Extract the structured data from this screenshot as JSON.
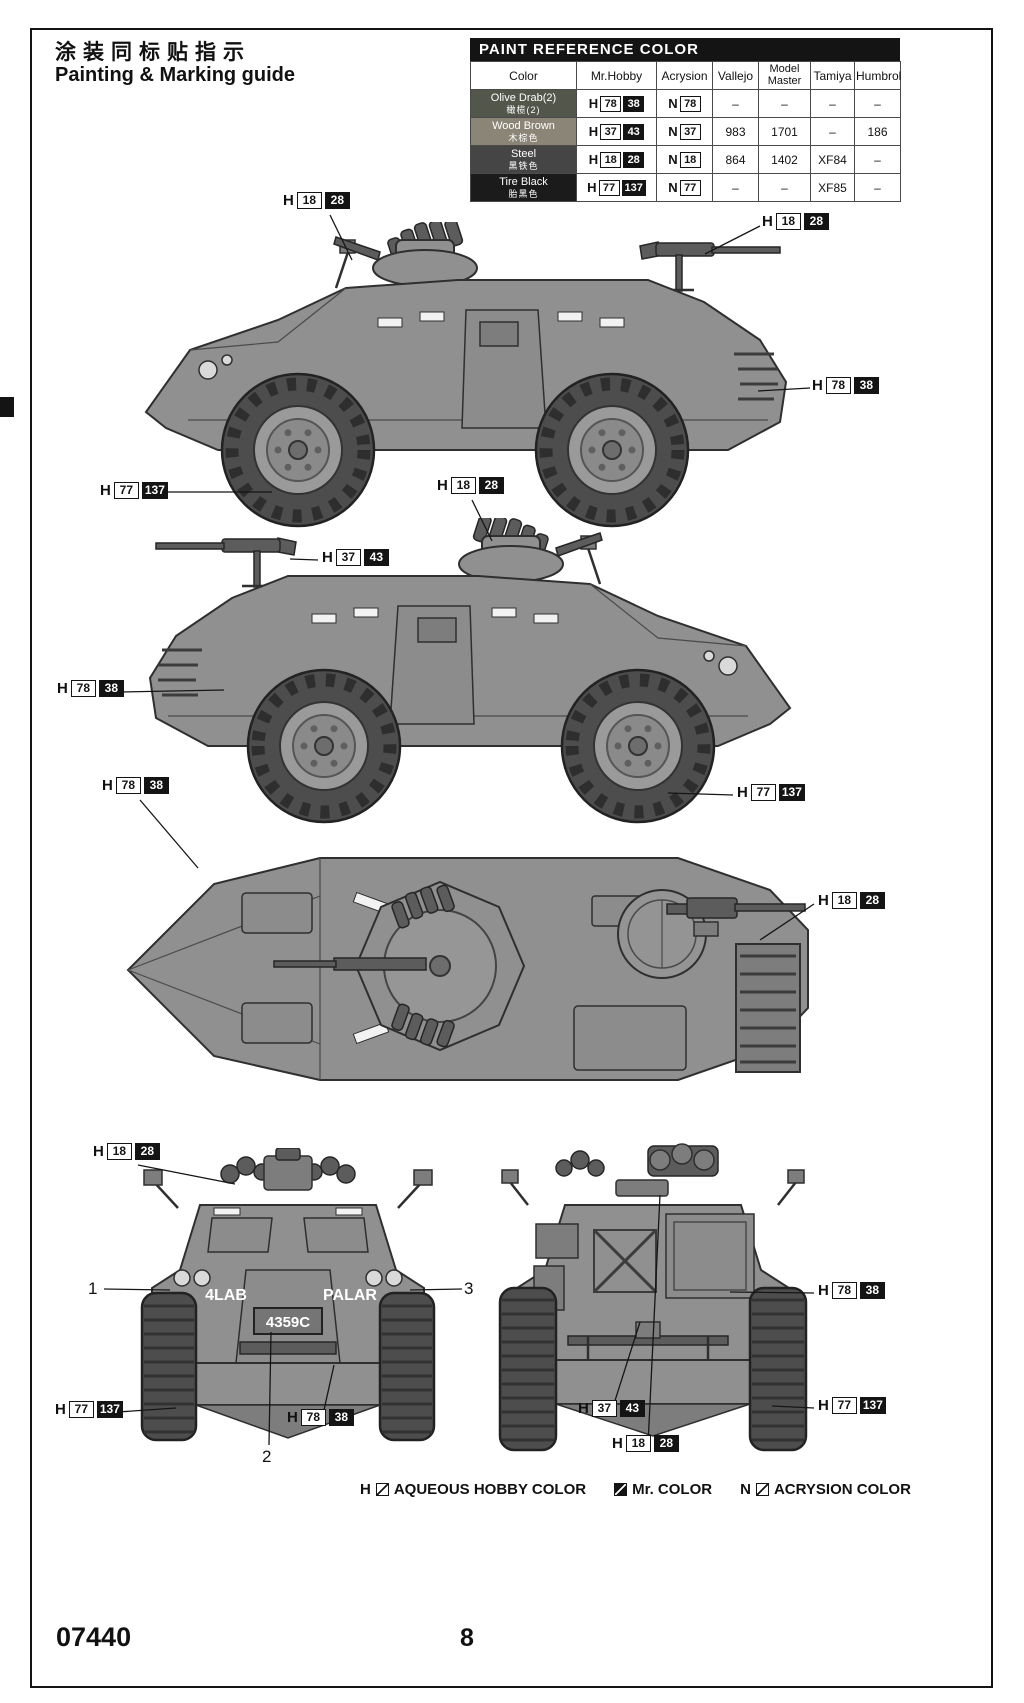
{
  "header": {
    "title_cn": "涂装同标贴指示",
    "title_en": "Painting & Marking guide"
  },
  "paint_table": {
    "title": "PAINT REFERENCE COLOR",
    "columns": [
      "Color",
      "Mr.Hobby",
      "Acrysion",
      "Vallejo",
      "Model Master",
      "Tamiya",
      "Humbrol"
    ],
    "rows": [
      {
        "name": "Olive Drab(2)",
        "name_cn": "橄榄(2)",
        "swatch": "#53564b",
        "h_prefix": "H",
        "h": "78",
        "mr": "38",
        "n_prefix": "N",
        "n": "78",
        "vallejo": "–",
        "model_master": "–",
        "tamiya": "–",
        "humbrol": "–"
      },
      {
        "name": "Wood Brown",
        "name_cn": "木棕色",
        "swatch": "#8b8578",
        "h_prefix": "H",
        "h": "37",
        "mr": "43",
        "n_prefix": "N",
        "n": "37",
        "vallejo": "983",
        "model_master": "1701",
        "tamiya": "–",
        "humbrol": "186"
      },
      {
        "name": "Steel",
        "name_cn": "黑铁色",
        "swatch": "#454545",
        "h_prefix": "H",
        "h": "18",
        "mr": "28",
        "n_prefix": "N",
        "n": "18",
        "vallejo": "864",
        "model_master": "1402",
        "tamiya": "XF84",
        "humbrol": "–"
      },
      {
        "name": "Tire Black",
        "name_cn": "胎黑色",
        "swatch": "#1b1b1b",
        "h_prefix": "H",
        "h": "77",
        "mr": "137",
        "n_prefix": "N",
        "n": "77",
        "vallejo": "–",
        "model_master": "–",
        "tamiya": "XF85",
        "humbrol": "–"
      }
    ]
  },
  "callouts": [
    {
      "prefix": "H",
      "h": "18",
      "mr": "28"
    },
    {
      "prefix": "H",
      "h": "18",
      "mr": "28"
    },
    {
      "prefix": "H",
      "h": "78",
      "mr": "38"
    },
    {
      "prefix": "H",
      "h": "77",
      "mr": "137"
    },
    {
      "prefix": "H",
      "h": "18",
      "mr": "28"
    },
    {
      "prefix": "H",
      "h": "37",
      "mr": "43"
    },
    {
      "prefix": "H",
      "h": "78",
      "mr": "38"
    },
    {
      "prefix": "H",
      "h": "78",
      "mr": "38"
    },
    {
      "prefix": "H",
      "h": "77",
      "mr": "137"
    },
    {
      "prefix": "H",
      "h": "18",
      "mr": "28"
    },
    {
      "prefix": "H",
      "h": "18",
      "mr": "28"
    },
    {
      "prefix": "H",
      "h": "77",
      "mr": "137"
    },
    {
      "prefix": "H",
      "h": "78",
      "mr": "38"
    },
    {
      "prefix": "H",
      "h": "78",
      "mr": "38"
    },
    {
      "prefix": "H",
      "h": "37",
      "mr": "43"
    },
    {
      "prefix": "H",
      "h": "18",
      "mr": "28"
    },
    {
      "prefix": "H",
      "h": "77",
      "mr": "137"
    }
  ],
  "figure_numbers": {
    "n1": "1",
    "n2": "2",
    "n3": "3"
  },
  "markings": {
    "front_left": "4LAB",
    "front_right": "PALAR",
    "license_plate": "4359C"
  },
  "legend": {
    "aqueous_prefix": "H",
    "aqueous": "AQUEOUS HOBBY COLOR",
    "mr": "Mr. COLOR",
    "acrysion_prefix": "N",
    "acrysion": "ACRYSION COLOR"
  },
  "footer": {
    "kit_number": "07440",
    "page_number": "8"
  }
}
